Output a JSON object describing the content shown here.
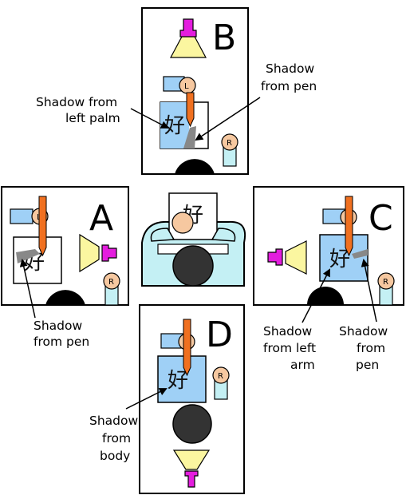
{
  "panels": {
    "A": {
      "letter": "A",
      "label_pen": [
        "Shadow",
        "from pen"
      ]
    },
    "B": {
      "letter": "B",
      "label_palm": [
        "Shadow from",
        "left palm"
      ],
      "label_pen": [
        "Shadow",
        "from pen"
      ]
    },
    "C": {
      "letter": "C",
      "label_arm": [
        "Shadow",
        "from left",
        "arm"
      ],
      "label_pen": [
        "Shadow",
        "from",
        "pen"
      ]
    },
    "D": {
      "letter": "D",
      "label_body": [
        "Shadow",
        "from",
        "body"
      ]
    }
  },
  "glyph": "好",
  "hand_left": "L",
  "hand_right": "R",
  "colors": {
    "paper_blue": "#9fd0f6",
    "pen_orange": "#f07020",
    "lamp_magenta": "#e41dde",
    "light_yellow": "#fbf6a0",
    "hand_peach": "#f6c8a0",
    "body_dark": "#333333",
    "shadow_gray": "#888888",
    "chair_cyan": "#c4f0f4"
  }
}
